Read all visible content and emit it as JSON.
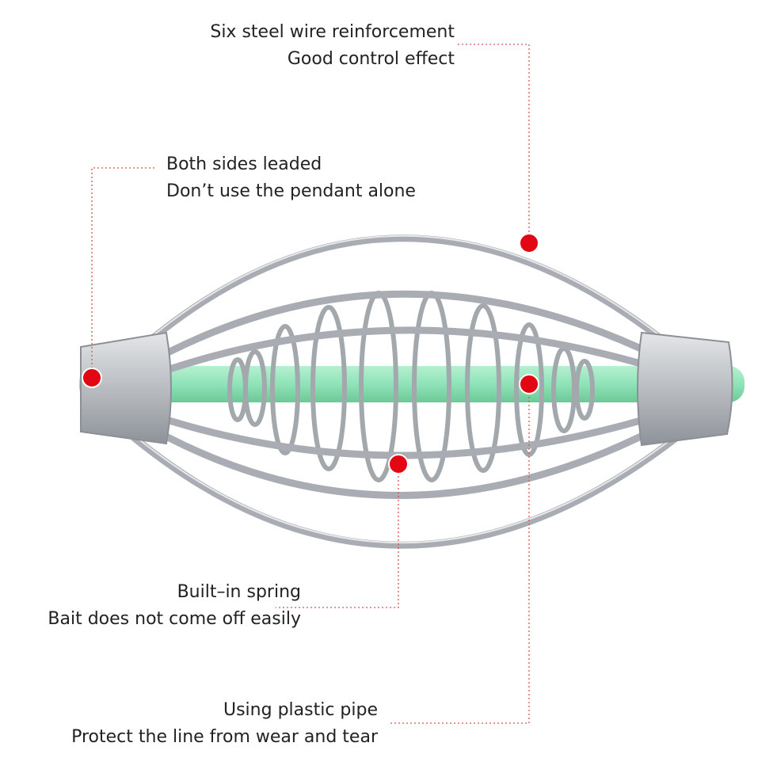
{
  "callouts": {
    "wire": {
      "line1": "Six steel wire reinforcement",
      "line2": "Good control effect"
    },
    "lead": {
      "line1": "Both sides leaded",
      "line2": "Don’t use the pendant alone"
    },
    "spring": {
      "line1": "Built–in spring",
      "line2": "Bait does not come off easily"
    },
    "pipe": {
      "line1": "Using plastic pipe",
      "line2": "Protect the line from wear and tear"
    }
  },
  "colors": {
    "marker": "#e30613",
    "leader": "#d9534f",
    "wire": "#a9adb3",
    "lead": "#c9cccf",
    "pipe": "#8fe3b8"
  },
  "product": "fishing-feeder-cage"
}
